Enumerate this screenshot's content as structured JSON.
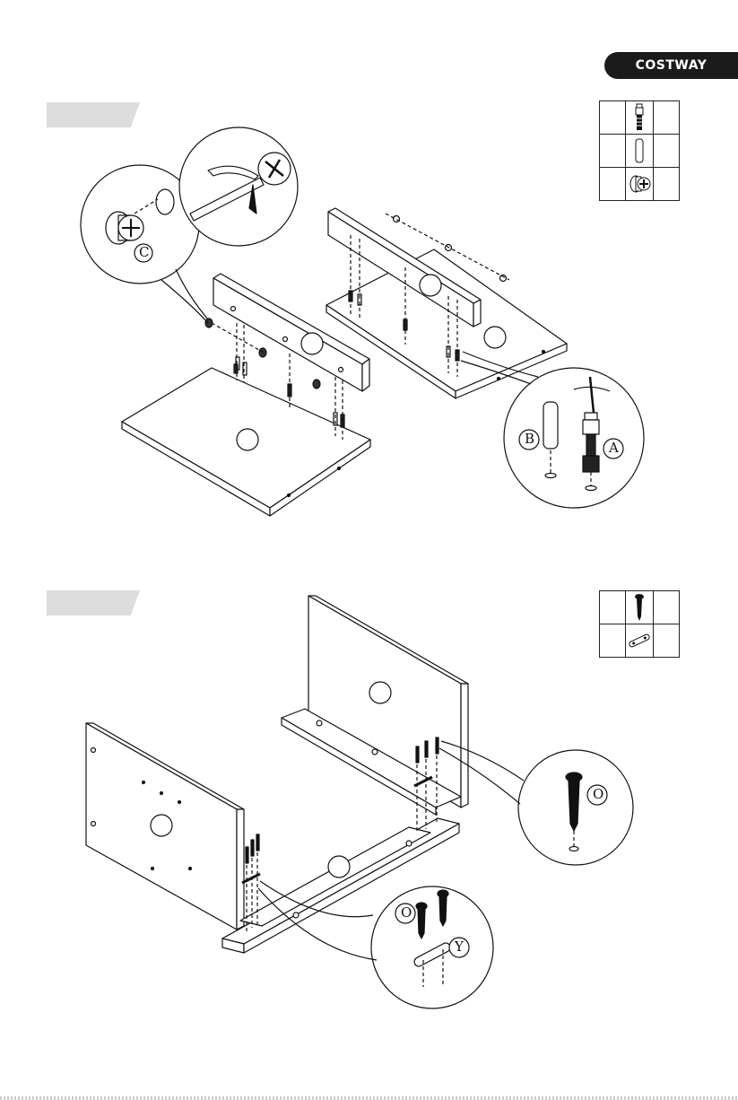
{
  "brand": {
    "name": "COSTWAY",
    "color": "#1b1b1b"
  },
  "step1": {
    "parts_icons": [
      "cam-bolt-icon",
      "wooden-dowel-icon",
      "cam-lock-icon"
    ],
    "callouts": {
      "cam_lock": "C",
      "dowel": "B",
      "cam_bolt": "A"
    }
  },
  "step2": {
    "parts_icons": [
      "screw-icon",
      "connector-plate-icon"
    ],
    "callouts": {
      "screw_upper": "O",
      "screw_lower": "O",
      "plate": "Y"
    }
  }
}
